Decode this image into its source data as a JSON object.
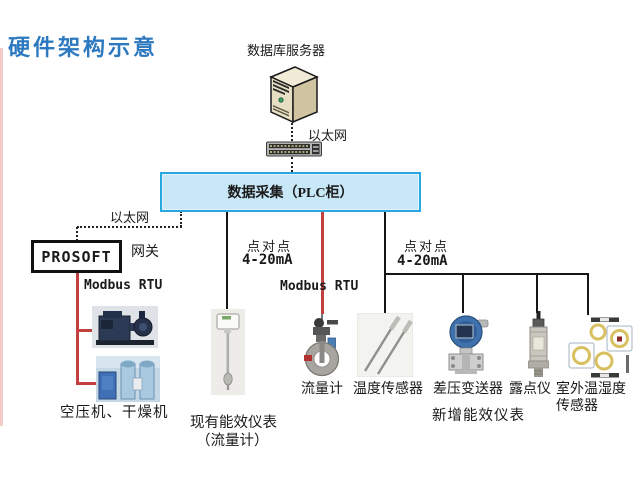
{
  "title": "硬件架构示意",
  "colors": {
    "title_blue": "#2d79c0",
    "plc_fill": "#c8e8f8",
    "plc_border": "#29a8e0",
    "line_black": "#161616",
    "line_red": "#c2403f"
  },
  "diagram": {
    "server_label": "数据库服务器",
    "ethernet_top_label": "以太网",
    "plc_label": "数据采集（PLC柜）",
    "ethernet_left_label": "以太网",
    "gateway_box_label": "PROSOFT",
    "gateway_label": "网关",
    "modbus_left_label": "Modbus RTU",
    "modbus_mid_label": "Modbus RTU",
    "p2p_mid": {
      "line1": "点对点",
      "line2": "4-20mA"
    },
    "p2p_right": {
      "line1": "点对点",
      "line2": "4-20mA"
    },
    "compressor_label": "空压机、干燥机",
    "existing_meter_label1": "现有能效仪表",
    "existing_meter_label2": "（流量计）",
    "flow_meter_label": "流量计",
    "temp_sensor_label": "温度传感器",
    "dp_transmitter_label": "差压变送器",
    "dew_point_label": "露点仪",
    "outdoor_sensor_label": "室外温湿度传感器",
    "new_meters_label": "新增能效仪表"
  }
}
